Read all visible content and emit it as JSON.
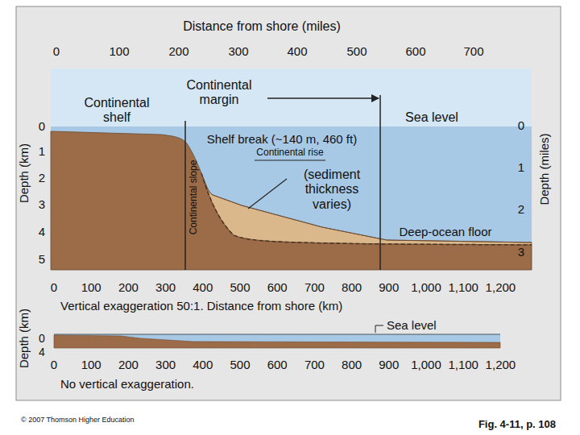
{
  "diagram": {
    "caption": "Fig. 4-11, p. 108",
    "labels": [
      "Distance from shore (miles)",
      "0",
      "100",
      "200",
      "300",
      "400",
      "500",
      "600",
      "700",
      "Depth (km)",
      "0",
      "1",
      "2",
      "3",
      "4",
      "5",
      "Continental shelf",
      "Continental margin",
      "Sea level",
      "Shelf break (~140 m, 460 ft)",
      "Continental rise",
      "Continental slope",
      "(sediment thickness varies)",
      "Deep-ocean floor",
      "Depth (miles)",
      "0",
      "1",
      "2",
      "3",
      "0",
      "100",
      "200",
      "300",
      "400",
      "500",
      "600",
      "700",
      "800",
      "900",
      "1,000",
      "1,100",
      "1,200",
      "Vertical exaggeration 50:1. Distance from shore (km)",
      "Sea level",
      "Depth (km)",
      "0",
      "4",
      "0",
      "100",
      "200",
      "300",
      "400",
      "500",
      "600",
      "700",
      "800",
      "900",
      "1,000",
      "1,100",
      "1,200",
      "No vertical exaggeration.",
      "© 2007 Thomson Higher Education"
    ]
  }
}
